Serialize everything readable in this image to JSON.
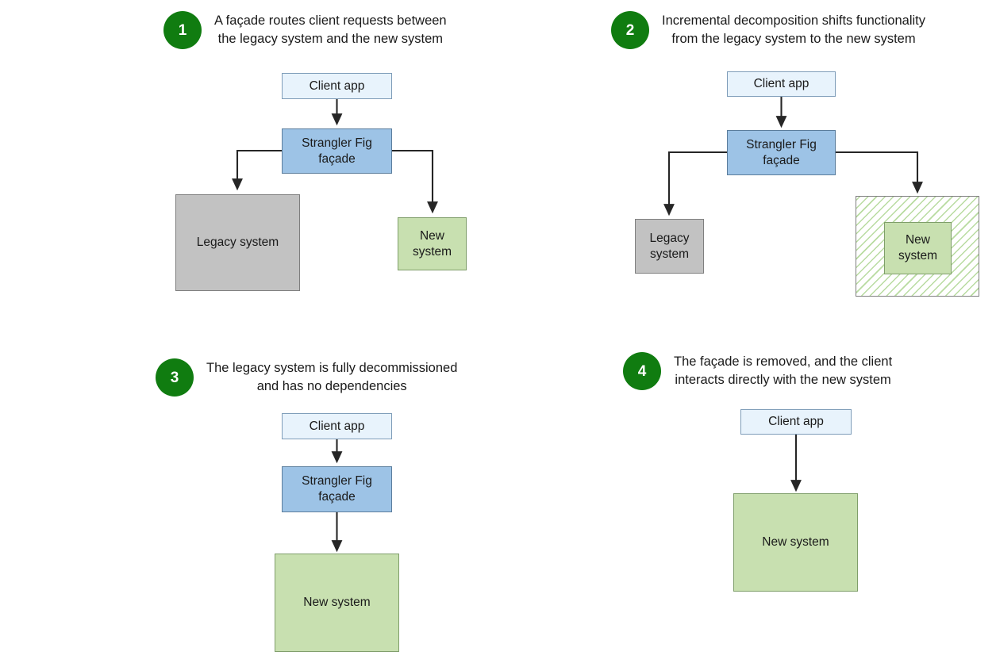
{
  "diagram": {
    "title": "Strangler Fig pattern migration stages",
    "colors": {
      "badge_green": "#107c10",
      "client_fill": "#e8f3fc",
      "facade_fill": "#9dc3e6",
      "legacy_fill": "#c2c2c2",
      "new_fill": "#c8e0b0",
      "hatch_green": "#b8dba0",
      "arrow": "#262626"
    },
    "panels": [
      {
        "number": "1",
        "caption": "A façade routes client requests between\nthe legacy system and the new system",
        "nodes": {
          "client": "Client app",
          "facade": "Strangler Fig\nfaçade",
          "legacy": "Legacy system",
          "new": "New\nsystem"
        }
      },
      {
        "number": "2",
        "caption": "Incremental decomposition shifts functionality\nfrom the legacy system to the new system",
        "nodes": {
          "client": "Client app",
          "facade": "Strangler Fig\nfaçade",
          "legacy": "Legacy\nsystem",
          "new": "New\nsystem",
          "growth": ""
        }
      },
      {
        "number": "3",
        "caption": "The legacy system is fully decommissioned\nand has no dependencies",
        "nodes": {
          "client": "Client app",
          "facade": "Strangler Fig\nfaçade",
          "new": "New system"
        }
      },
      {
        "number": "4",
        "caption": "The façade is removed, and the client\ninteracts directly with the new system",
        "nodes": {
          "client": "Client app",
          "new": "New system"
        }
      }
    ]
  }
}
